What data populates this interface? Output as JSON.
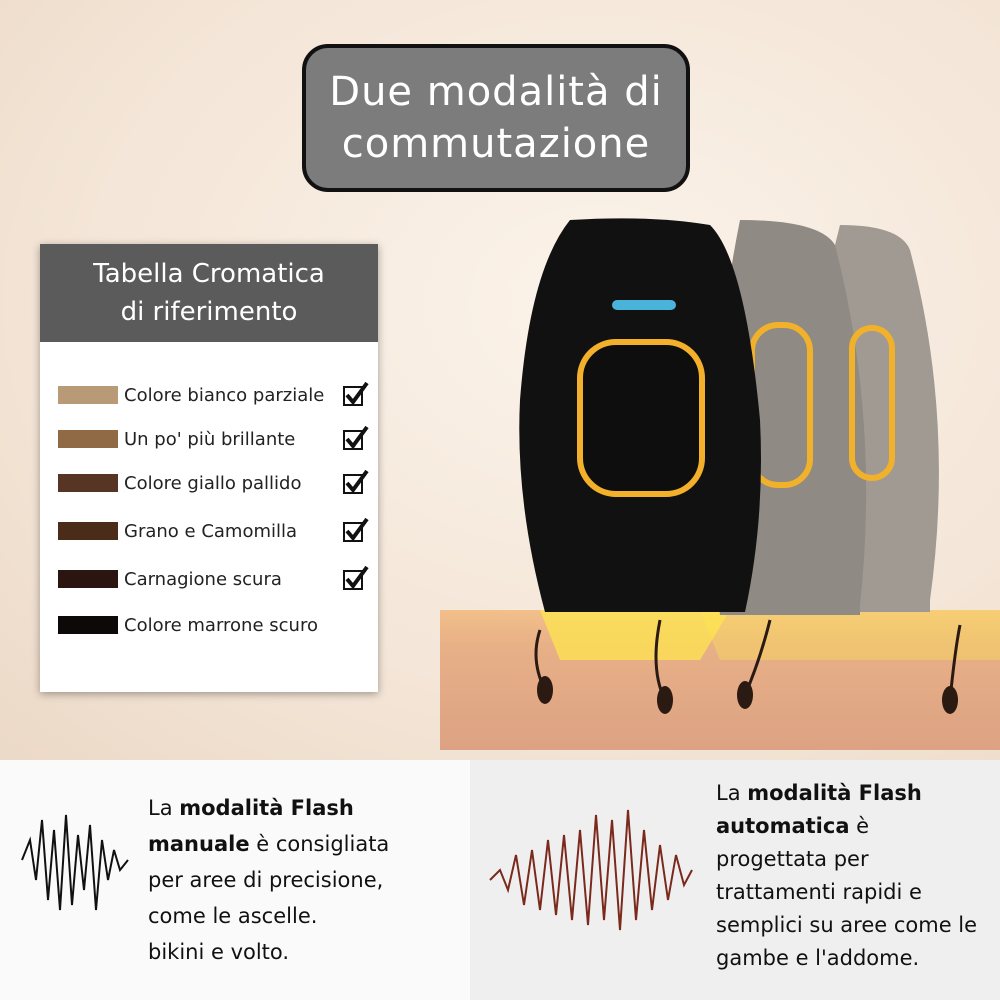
{
  "title": {
    "line1": "Due modalità di",
    "line2": "commutazione"
  },
  "color_chart": {
    "title_line1": "Tabella Cromatica",
    "title_line2": "di riferimento",
    "rows": [
      {
        "label": "Colore bianco parziale",
        "color": "#b99a76",
        "checked": true
      },
      {
        "label": "Un po' più brillante",
        "color": "#8f6a44",
        "checked": true
      },
      {
        "label": "Colore giallo pallido",
        "color": "#563525",
        "checked": true
      },
      {
        "label": "Grano e Camomilla",
        "color": "#4a2c19",
        "checked": true
      },
      {
        "label": "Carnagione scura",
        "color": "#2a1510",
        "checked": true
      },
      {
        "label": "Colore marrone scuro",
        "color": "#0d0909",
        "checked": false
      }
    ]
  },
  "manual": {
    "prefix": "La ",
    "bold1": "modalità Flash",
    "bold2": "manuale",
    "rest1": " è consigliata",
    "line3": "per aree di precisione,",
    "line4": "come le ascelle.",
    "line5": "bikini e volto.",
    "wave_color": "#111111"
  },
  "automatic": {
    "prefix": "La ",
    "bold1": "modalità Flash",
    "bold2": "automatica",
    "rest1": "  è",
    "line3": "progettata per",
    "line4": "trattamenti rapidi e",
    "line5": "semplici su aree come le",
    "line6": "gambe e l'addome.",
    "wave_color": "#7a2a1c"
  }
}
